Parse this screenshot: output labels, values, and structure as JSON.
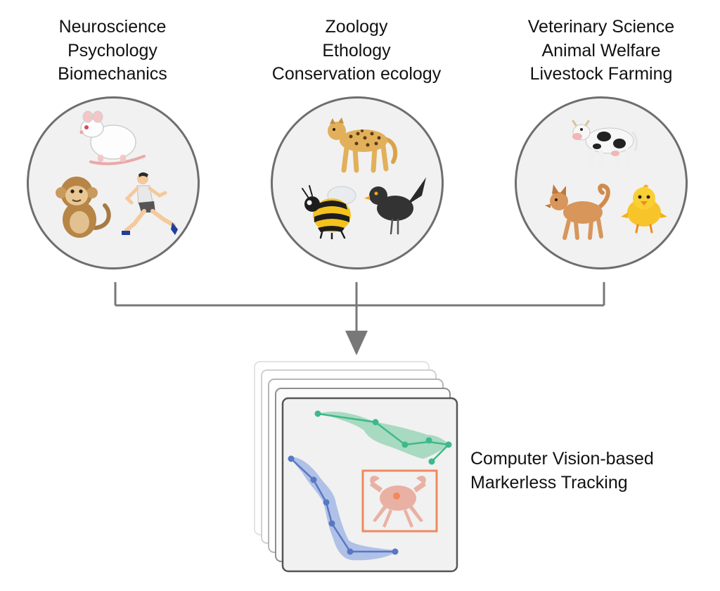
{
  "groups": [
    {
      "fields": [
        "Neuroscience",
        "Psychology",
        "Biomechanics"
      ],
      "icons": [
        "rat-icon",
        "monkey-icon",
        "runner-icon"
      ]
    },
    {
      "fields": [
        "Zoology",
        "Ethology",
        "Conservation ecology"
      ],
      "icons": [
        "leopard-icon",
        "bee-icon",
        "blackbird-icon"
      ]
    },
    {
      "fields": [
        "Veterinary Science",
        "Animal Welfare",
        "Livestock Farming"
      ],
      "icons": [
        "cow-icon",
        "dog-icon",
        "chick-icon"
      ]
    }
  ],
  "tracking": {
    "label_line1": "Computer Vision-based",
    "label_line2": "Markerless Tracking"
  },
  "colors": {
    "circle_border": "#6e6e6e",
    "circle_fill": "#f1f1f1",
    "connector": "#787878",
    "fish_green": "#8fd1b0",
    "keypoint_green": "#3fb98a",
    "fish_blue": "#9fb5e3",
    "keypoint_blue": "#5a77c4",
    "crab": "#e8a796",
    "box_orange": "#f08a5d"
  }
}
